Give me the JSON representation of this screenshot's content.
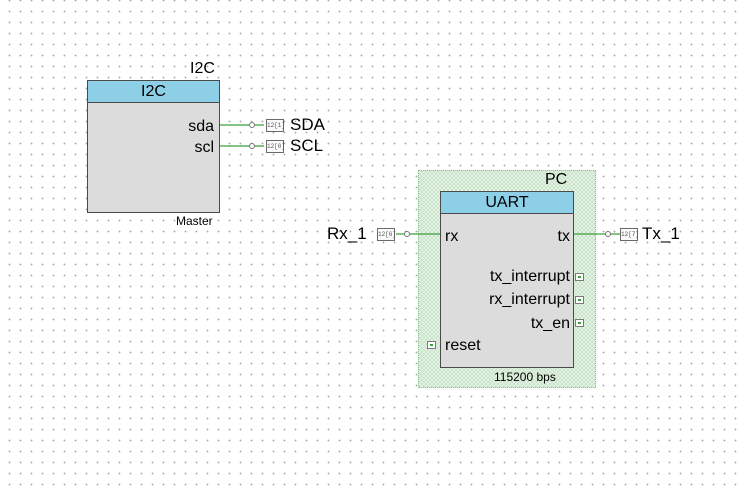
{
  "i2c": {
    "instance_name": "I2C",
    "type_label": "I2C",
    "pins": {
      "sda": "sda",
      "scl": "scl"
    },
    "mode": "Master"
  },
  "uart": {
    "instance_name": "PC",
    "type_label": "UART",
    "pins": {
      "rx": "rx",
      "tx": "tx",
      "tx_interrupt": "tx_interrupt",
      "rx_interrupt": "rx_interrupt",
      "tx_en": "tx_en",
      "reset": "reset"
    },
    "baud": "115200 bps"
  },
  "ports": {
    "sda": {
      "name": "SDA",
      "tag": "12[1]"
    },
    "scl": {
      "name": "SCL",
      "tag": "12[0]"
    },
    "rx": {
      "name": "Rx_1",
      "tag": "12[6]"
    },
    "tx": {
      "name": "Tx_1",
      "tag": "12[7]"
    }
  },
  "colors": {
    "header": "#8ccfe6",
    "body": "#dcdcdc",
    "wire": "#3aa03a",
    "selection": "#c8e4c8"
  }
}
